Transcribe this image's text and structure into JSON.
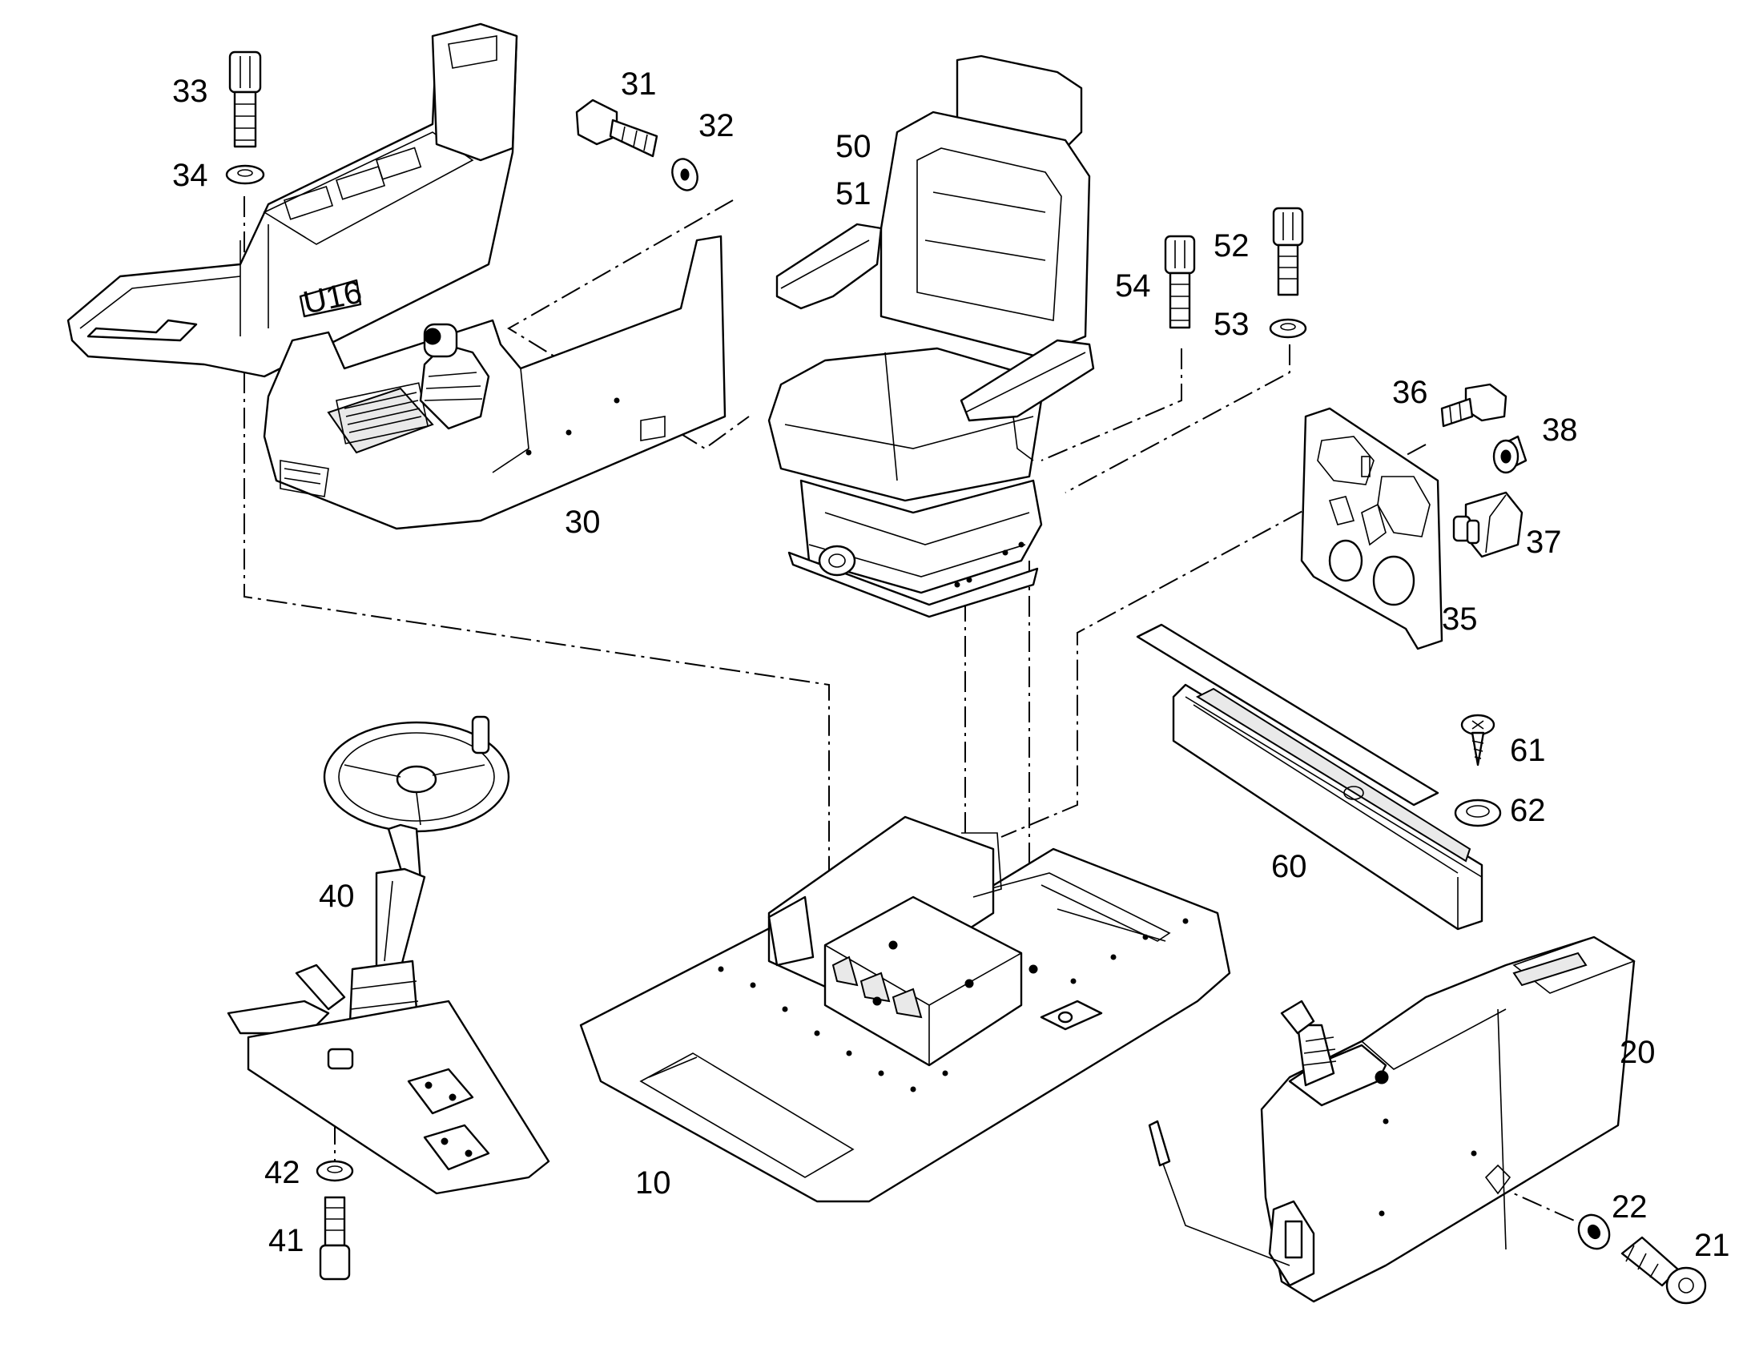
{
  "labels": [
    {
      "id": "10",
      "text": "10"
    },
    {
      "id": "20",
      "text": "20"
    },
    {
      "id": "21",
      "text": "21"
    },
    {
      "id": "22",
      "text": "22"
    },
    {
      "id": "30",
      "text": "30"
    },
    {
      "id": "31",
      "text": "31"
    },
    {
      "id": "32",
      "text": "32"
    },
    {
      "id": "33",
      "text": "33"
    },
    {
      "id": "34",
      "text": "34"
    },
    {
      "id": "35",
      "text": "35"
    },
    {
      "id": "36",
      "text": "36"
    },
    {
      "id": "37",
      "text": "37"
    },
    {
      "id": "38",
      "text": "38"
    },
    {
      "id": "40",
      "text": "40"
    },
    {
      "id": "41",
      "text": "41"
    },
    {
      "id": "42",
      "text": "42"
    },
    {
      "id": "50",
      "text": "50"
    },
    {
      "id": "51",
      "text": "51"
    },
    {
      "id": "52",
      "text": "52"
    },
    {
      "id": "53",
      "text": "53"
    },
    {
      "id": "54",
      "text": "54"
    },
    {
      "id": "60",
      "text": "60"
    },
    {
      "id": "61",
      "text": "61"
    },
    {
      "id": "62",
      "text": "62"
    }
  ],
  "dashboard_marking": "U16"
}
